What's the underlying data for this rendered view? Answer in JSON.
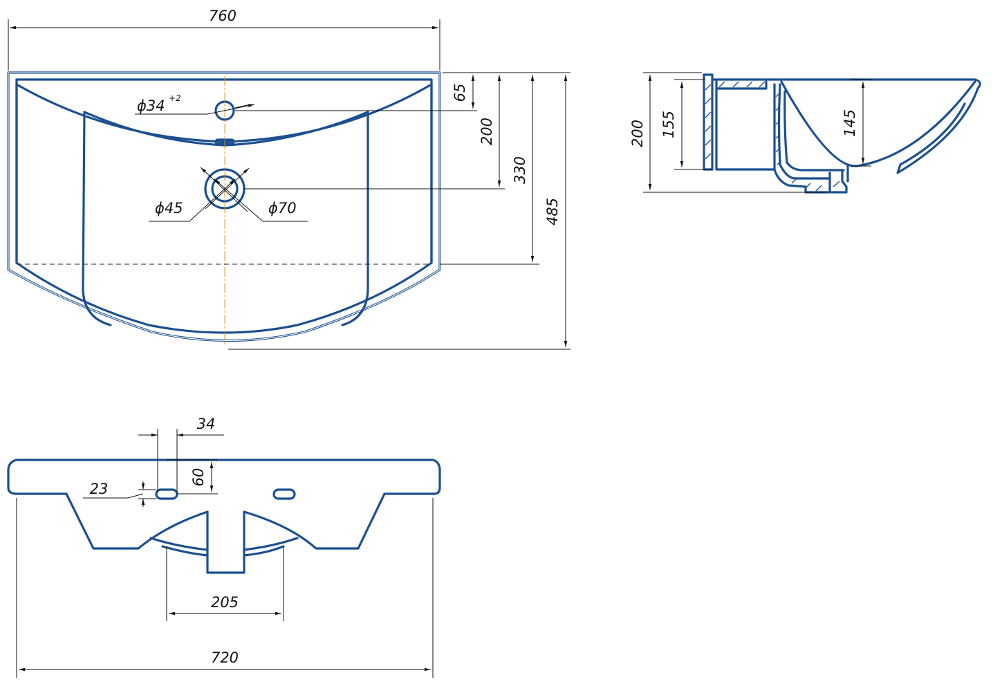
{
  "top_view": {
    "width": "760",
    "tap_hole_diameter": "ϕ34",
    "tap_hole_tolerance": "+2",
    "depth_to_tap_hole": "65",
    "depth_to_drain": "200",
    "depth_to_rear_line": "330",
    "overall_depth": "485",
    "drain_inner_diameter": "ϕ45",
    "drain_outer_diameter": "ϕ70"
  },
  "side_section": {
    "overall_height": "200",
    "bowl_height": "155",
    "bowl_depth": "145"
  },
  "front_view": {
    "hole_spacing": "34",
    "hole_height": "60",
    "hole_size": "23",
    "cabinet_opening": "205",
    "overall_width": "720"
  }
}
